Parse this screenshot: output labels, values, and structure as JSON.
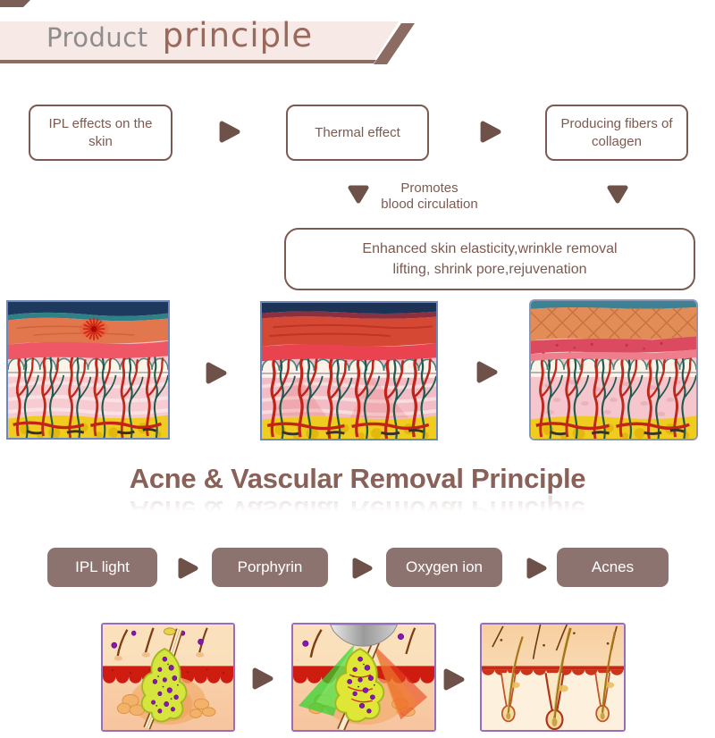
{
  "header": {
    "word_gray": "Product",
    "word_brown": "principle"
  },
  "flow": {
    "box1": "IPL effects on the skin",
    "box2": "Thermal effect",
    "box3": "Producing fibers of collagen",
    "note_line1": "Promotes",
    "note_line2": "blood circulation",
    "result_line1": "Enhanced skin elasticity,wrinkle removal",
    "result_line2": "lifting, shrink pore,rejuvenation"
  },
  "acne_section": {
    "title": "Acne & Vascular Removal Principle",
    "step1": "IPL light",
    "step2": "Porphyrin",
    "step3": "Oxygen ion",
    "step4": "Acnes"
  },
  "icons": {
    "right_arrow": "right-arrow-triangle",
    "down_arrow": "down-arrow-triangle"
  },
  "illustrations": {
    "top_row": [
      "skin-cross-section-ipl-exposure",
      "skin-cross-section-thermal-heating",
      "skin-cross-section-collagen-renewal"
    ],
    "bottom_row": [
      "clogged-pore-with-porphyrin",
      "ipl-light-treating-pore",
      "clear-skin-after-treatment"
    ]
  },
  "colors": {
    "brown_outline": "#7c5a51",
    "arrow_brown": "#6e5148",
    "heading_brown": "#8a6158",
    "banner_pink": "#f7e9e6",
    "banner_slash": "#8b6b62",
    "button_bg": "#8c7370",
    "image_border_blue": "#6d88b8",
    "image_border_purple": "#9a6cc0"
  }
}
